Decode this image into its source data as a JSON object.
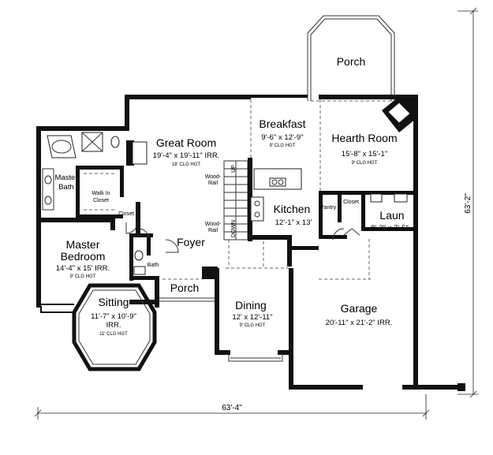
{
  "rooms": {
    "porch_top": {
      "name": "Porch"
    },
    "breakfast": {
      "name": "Breakfast",
      "dims": "9'-6\" x 12'-9\"",
      "clg": "9' CLG HGT"
    },
    "great_room": {
      "name": "Great Room",
      "dims": "19'-4\" x 19'-11\" IRR.",
      "clg": "18' CLG HGT"
    },
    "hearth_room": {
      "name": "Hearth Room",
      "dims": "15'-8\" x 15'-1\"",
      "clg": "9' CLG HGT"
    },
    "master_bath": {
      "name1": "Master",
      "name2": "Bath"
    },
    "walk_in_closet": {
      "name1": "Walk In",
      "name2": "Closet"
    },
    "closet_left": {
      "name": "Closet"
    },
    "kitchen": {
      "name": "Kitchen",
      "dims": "12'-1\" x 13'"
    },
    "pantry": {
      "name": "Pantry"
    },
    "closet_right": {
      "name": "Closet"
    },
    "laundry": {
      "name": "Laun",
      "dims": "8'-2\" x 7'-5\""
    },
    "master_bedroom": {
      "name1": "Master",
      "name2": "Bedroom",
      "dims": "14'-4\" x 15' IRR.",
      "clg": "9' CLG HGT"
    },
    "bath": {
      "name": "Bath"
    },
    "foyer": {
      "name": "Foyer"
    },
    "porch_front": {
      "name": "Porch"
    },
    "sitting": {
      "name": "Sitting",
      "dims1": "11'-7\" x 10'-9\"",
      "dims2": "IRR.",
      "clg": "11' CLG HGT"
    },
    "dining": {
      "name": "Dining",
      "dims": "12' x 12'-11\"",
      "clg": "9' CLG HGT"
    },
    "garage": {
      "name": "Garage",
      "dims": "20'-11\" x 21'-2\" IRR."
    }
  },
  "labels": {
    "wood_rail_1": "Wood-",
    "wood_rail_1b": "Rail",
    "wood_rail_2": "Wood-",
    "wood_rail_2b": "Rail",
    "stair_up": "UP",
    "stair_down": "DOWN"
  },
  "dimensions": {
    "overall_width": "63'-4\"",
    "overall_depth": "63'-2\""
  }
}
